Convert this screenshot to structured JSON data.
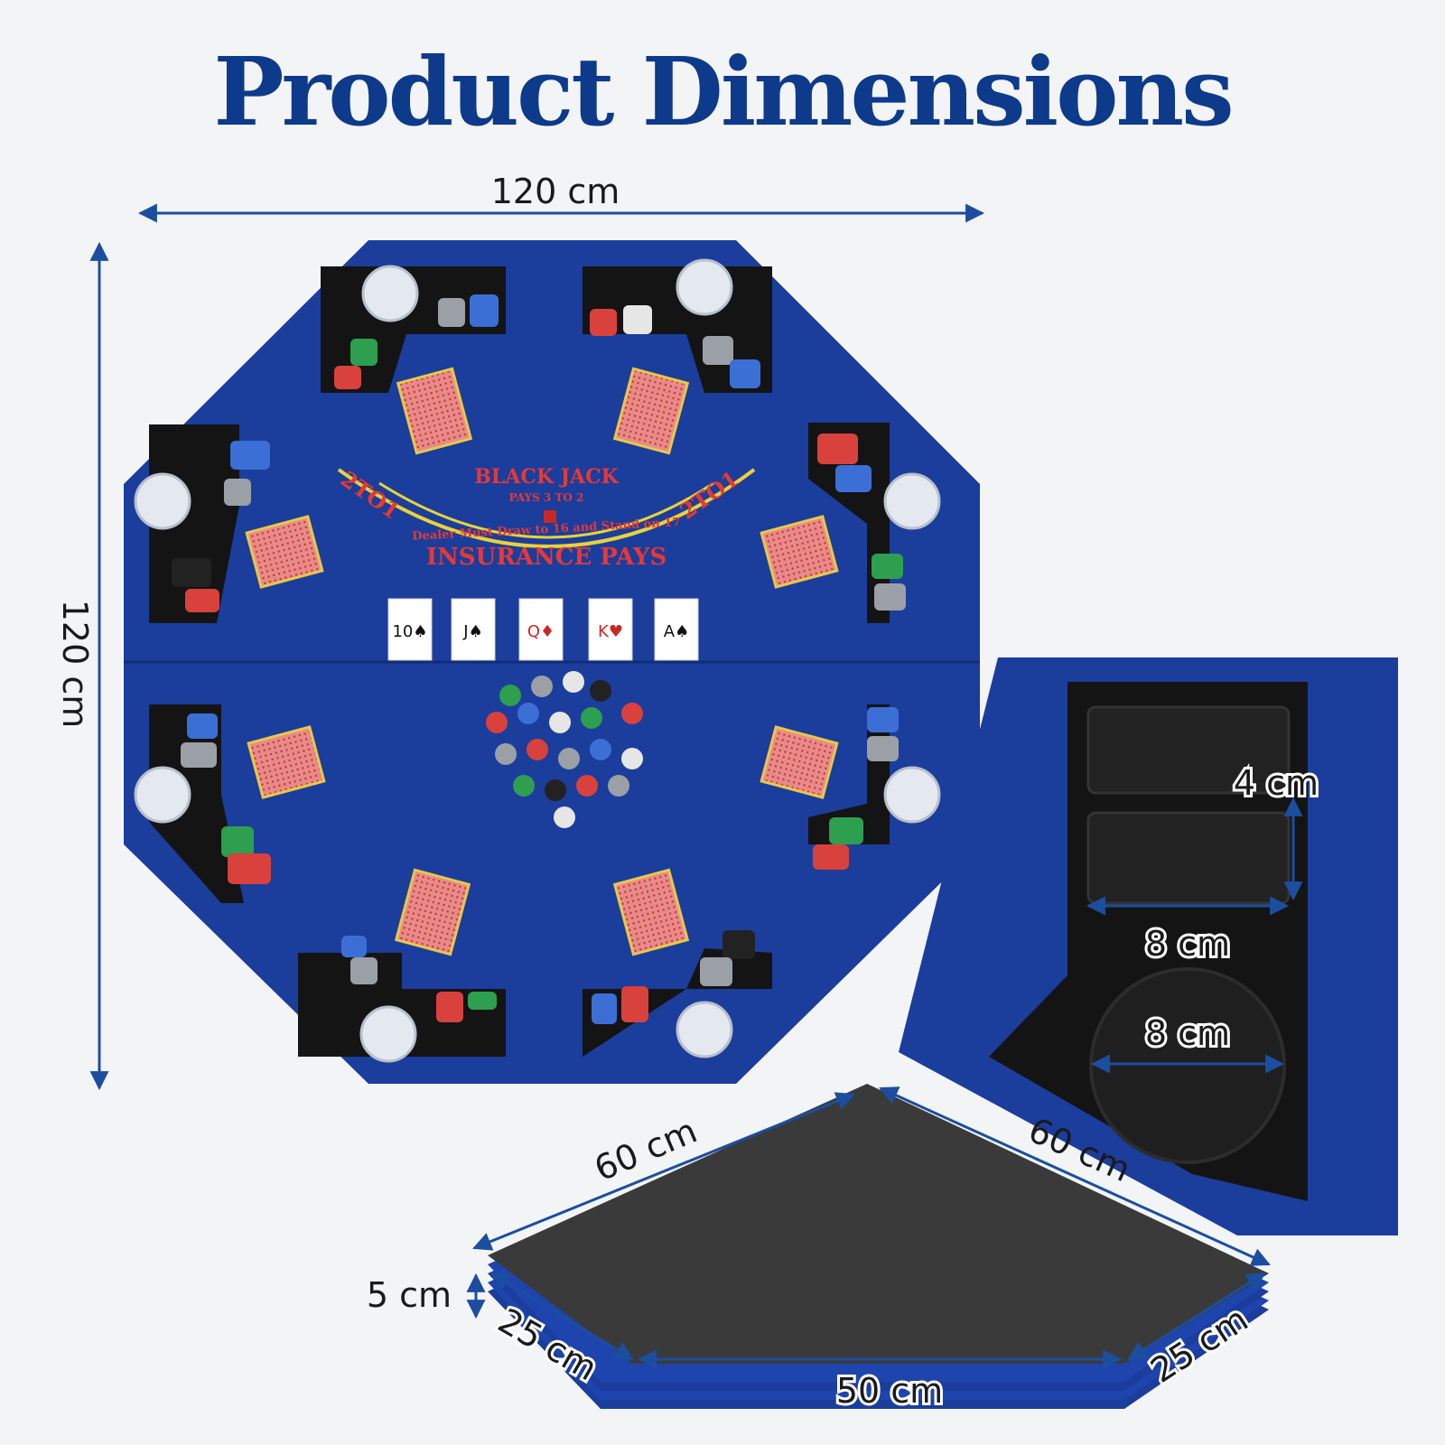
{
  "title": "Product Dimensions",
  "colors": {
    "title": "#0d3a8a",
    "felt": "#1b3d9c",
    "felt_dark": "#122c78",
    "holder": "#141414",
    "arrow": "#1c4ea0",
    "board_top": "#3a3a3a",
    "background": "#f3f4f6"
  },
  "dimensions": {
    "table_width": "120 cm",
    "table_height": "120 cm",
    "holder_depth": "4 cm",
    "holder_width": "8 cm",
    "cup_diameter": "8 cm",
    "panel_side_left": "60 cm",
    "panel_side_right": "60 cm",
    "panel_thickness": "5 cm",
    "panel_short_left": "25 cm",
    "panel_bottom": "50 cm",
    "panel_short_right": "25 cm"
  },
  "table_print": {
    "blackjack": "BLACK JACK",
    "pays": "PAYS 3 TO 2",
    "dealer_rule": "Dealer Must Draw to 16 and Stand on 17",
    "insurance": "INSURANCE PAYS",
    "left_odds": "2TO1",
    "right_odds": "2TO1"
  },
  "community_cards": [
    "10♠",
    "J♠",
    "Q♦",
    "K♥",
    "A♠"
  ]
}
